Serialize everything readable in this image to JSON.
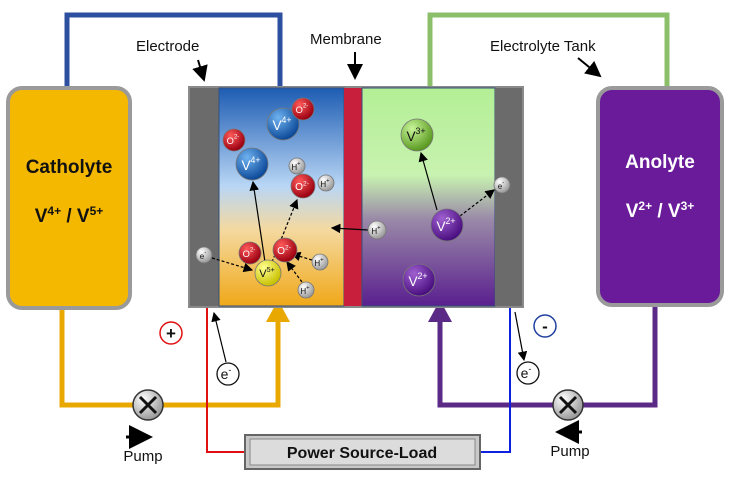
{
  "labels": {
    "electrode": "Electrode",
    "membrane": "Membrane",
    "electrolyte_tank": "Electrolyte Tank",
    "pump_left": "Pump",
    "pump_right": "Pump",
    "power_source": "Power Source-Load",
    "plus": "+",
    "minus": "-"
  },
  "catholyte": {
    "title": "Catholyte",
    "species": [
      {
        "base": "V",
        "charge": "4+"
      },
      {
        "sep": " / "
      },
      {
        "base": "V",
        "charge": "5+"
      }
    ]
  },
  "anolyte": {
    "title": "Anolyte",
    "species": [
      {
        "base": "V",
        "charge": "2+"
      },
      {
        "sep": " / "
      },
      {
        "base": "V",
        "charge": "3+"
      }
    ]
  },
  "electron": {
    "base": "e",
    "charge": "-"
  },
  "ions": {
    "v4_top": {
      "base": "V",
      "charge": "4+"
    },
    "o_top": {
      "base": "O",
      "charge": "2-"
    },
    "o_left": {
      "base": "O",
      "charge": "2-"
    },
    "v4_mid": {
      "base": "V",
      "charge": "4+"
    },
    "h_water1": {
      "base": "H",
      "charge": "+"
    },
    "o_water": {
      "base": "O",
      "charge": "2-"
    },
    "h_water2": {
      "base": "H",
      "charge": "+"
    },
    "h_membrane": {
      "base": "H",
      "charge": "+"
    },
    "e_left": {
      "base": "e",
      "charge": "-"
    },
    "o_bottom1": {
      "base": "O",
      "charge": "2-"
    },
    "o_bottom2": {
      "base": "O",
      "charge": "2-"
    },
    "v5": {
      "base": "V",
      "charge": "5+"
    },
    "h_bottom1": {
      "base": "H",
      "charge": "+"
    },
    "h_bottom2": {
      "base": "H",
      "charge": "+"
    },
    "v3": {
      "base": "V",
      "charge": "3+"
    },
    "v2_mid": {
      "base": "V",
      "charge": "2+"
    },
    "e_right": {
      "base": "e",
      "charge": "-"
    },
    "v2_bottom": {
      "base": "V",
      "charge": "2+"
    }
  },
  "colors": {
    "catholyte": "#f5b800",
    "anolyte": "#6a1b9a",
    "membrane": "#c8203c",
    "electrode": "#6b6b6b",
    "pipe_catholyte_in": "#2c4fa0",
    "pipe_anolyte_in": "#8cbf6a",
    "pipe_catholyte_out": "#e8a800",
    "pipe_anolyte_out": "#5b2a86",
    "wire_positive": "#e01010",
    "wire_negative": "#1020e0"
  }
}
